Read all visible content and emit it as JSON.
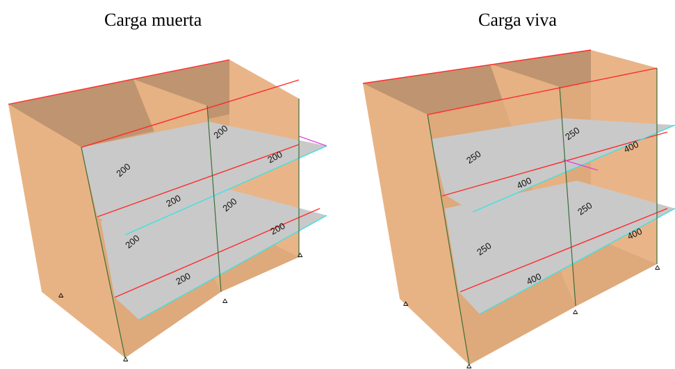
{
  "left_model": {
    "title": "Carga muerta",
    "labels": [
      "200",
      "200",
      "200",
      "200",
      "200",
      "200",
      "200",
      "200"
    ]
  },
  "right_model": {
    "title": "Carga viva",
    "labels": [
      "250",
      "250",
      "400",
      "400",
      "250",
      "250",
      "400",
      "400"
    ]
  },
  "colors": {
    "wall": "#e8b384",
    "wall_dark": "#c59770",
    "wall_back": "#d9a77a",
    "slab": "#c8c8c8",
    "beam_red": "#ff2a2a",
    "edge_cyan": "#3fe0e0",
    "edge_magenta": "#e040e0",
    "edge_green": "#6ccf6c"
  },
  "icons": {
    "support": "pin-support-icon"
  }
}
